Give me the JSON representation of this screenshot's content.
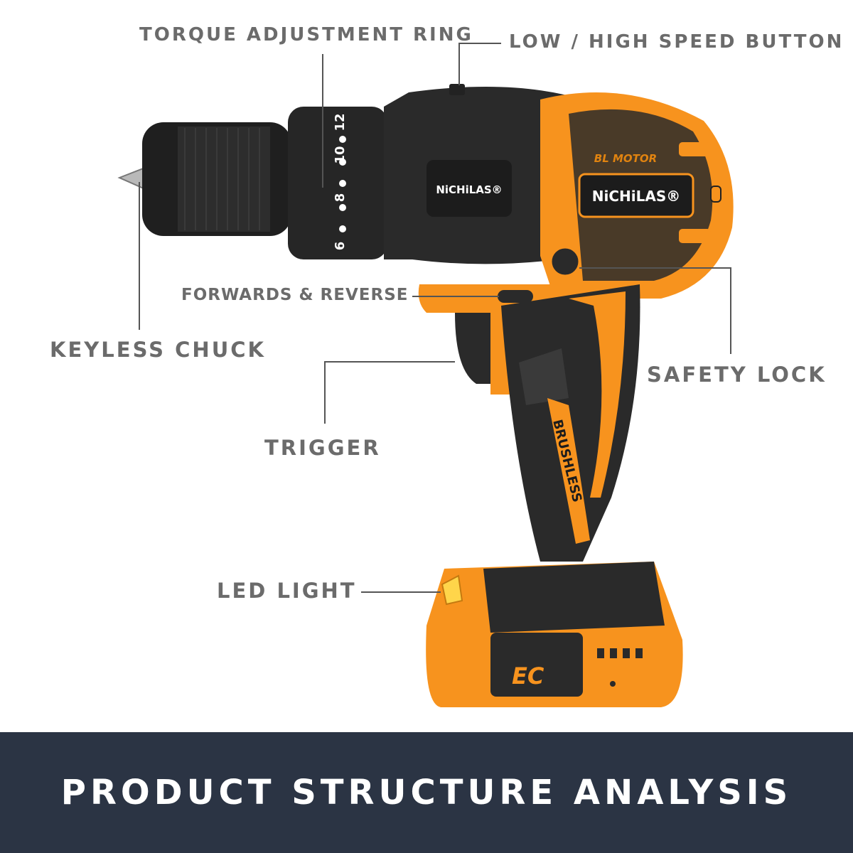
{
  "product": {
    "brand_logo": "NiCHiLAS®",
    "motor_badge": "BL MOTOR",
    "grip_label": "BRUSHLESS",
    "base_badge": "EC",
    "torque_numbers": [
      "12",
      "10",
      "8",
      "6"
    ]
  },
  "callouts": {
    "torque_ring": "TORQUE ADJUSTMENT RING",
    "speed_button": "LOW / HIGH SPEED BUTTON",
    "forward_reverse": "FORWARDS & REVERSE",
    "keyless_chuck": "KEYLESS CHUCK",
    "safety_lock": "SAFETY LOCK",
    "trigger": "TRIGGER",
    "led_light": "LED LIGHT"
  },
  "banner": {
    "title": "PRODUCT STRUCTURE ANALYSIS"
  },
  "colors": {
    "accent_orange": "#f7931e",
    "body_dark": "#2a2a2a",
    "banner_bg": "#2b3444"
  }
}
